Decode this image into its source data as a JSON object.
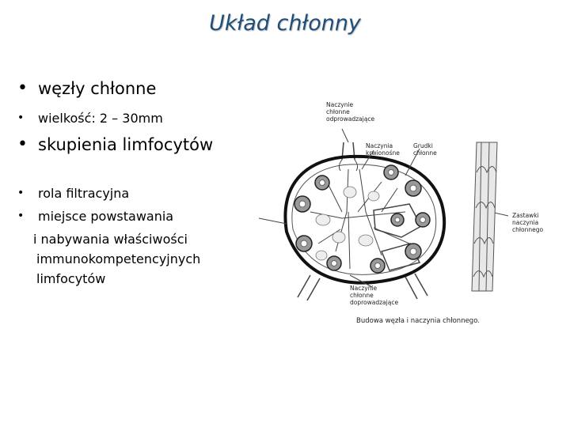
{
  "slide": {
    "title": "Układ chłonny",
    "bullets": [
      {
        "text": "węzły chłonne"
      },
      {
        "text": "wielkość: 2 – 30mm"
      },
      {
        "text": "skupienia limfocytów"
      },
      {
        "text": "rola filtracyjna"
      },
      {
        "text": "miejsce powstawania",
        "continuation": [
          "i nabywania właściwości",
          "immunokompetencyjnych",
          "limfocytów"
        ]
      }
    ]
  },
  "figure": {
    "labels": {
      "efferent": [
        "Naczynie",
        "chłonne",
        "odprowadzające"
      ],
      "blood_vessel": [
        "Naczynia",
        "krwionośne"
      ],
      "follicles": [
        "Grudki",
        "chłonne"
      ],
      "valves": [
        "Zastawki",
        "naczynia",
        "chłonnego"
      ],
      "afferent": [
        "Naczynie",
        "chłonne",
        "doprowadzające"
      ]
    },
    "caption": "Budowa węzła i naczynia chłonnego."
  },
  "colors": {
    "title": "#1f4e79",
    "text": "#000000",
    "diagram": "#444444"
  }
}
